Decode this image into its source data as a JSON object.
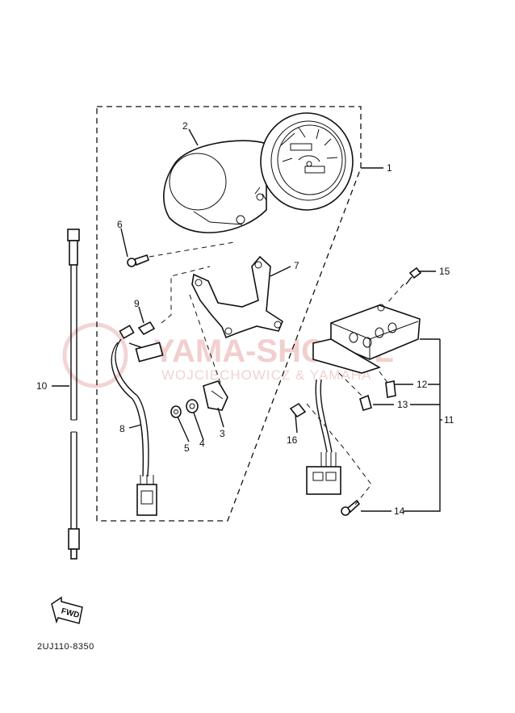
{
  "diagram": {
    "callouts": [
      {
        "id": "c1",
        "label": "1"
      },
      {
        "id": "c2",
        "label": "2"
      },
      {
        "id": "c3",
        "label": "3"
      },
      {
        "id": "c4",
        "label": "4"
      },
      {
        "id": "c5",
        "label": "5"
      },
      {
        "id": "c6",
        "label": "6"
      },
      {
        "id": "c7",
        "label": "7"
      },
      {
        "id": "c8",
        "label": "8"
      },
      {
        "id": "c9",
        "label": "9"
      },
      {
        "id": "c10",
        "label": "10"
      },
      {
        "id": "c11",
        "label": "11"
      },
      {
        "id": "c12",
        "label": "12"
      },
      {
        "id": "c13",
        "label": "13"
      },
      {
        "id": "c14",
        "label": "14"
      },
      {
        "id": "c15",
        "label": "15"
      },
      {
        "id": "c16",
        "label": "16"
      }
    ],
    "fwd_arrow_label": "FWD",
    "drawing_code": "2UJ110-8350",
    "watermark": {
      "main": "YAMA-SHOP.PL",
      "sub": "WOJCIECHOWICZ & YAMAHA",
      "color": "#e8a9a9"
    }
  }
}
